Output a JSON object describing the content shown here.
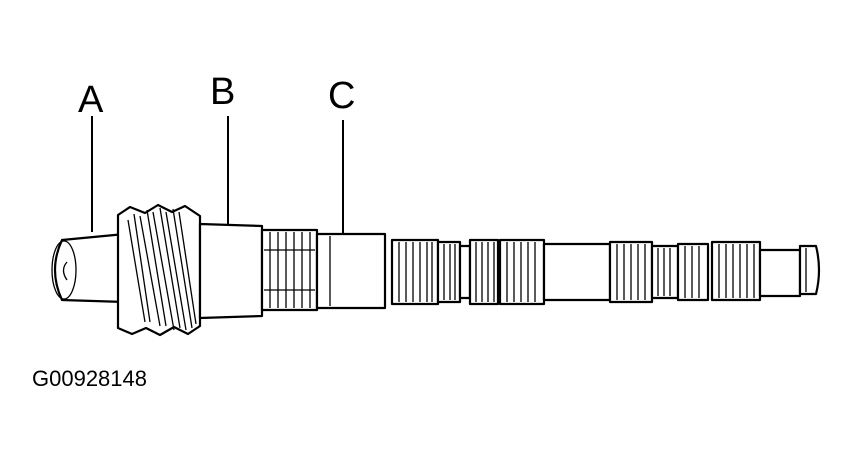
{
  "callouts": [
    {
      "id": "A",
      "label": "A"
    },
    {
      "id": "B",
      "label": "B"
    },
    {
      "id": "C",
      "label": "C"
    }
  ],
  "figure_id": "G00928148"
}
